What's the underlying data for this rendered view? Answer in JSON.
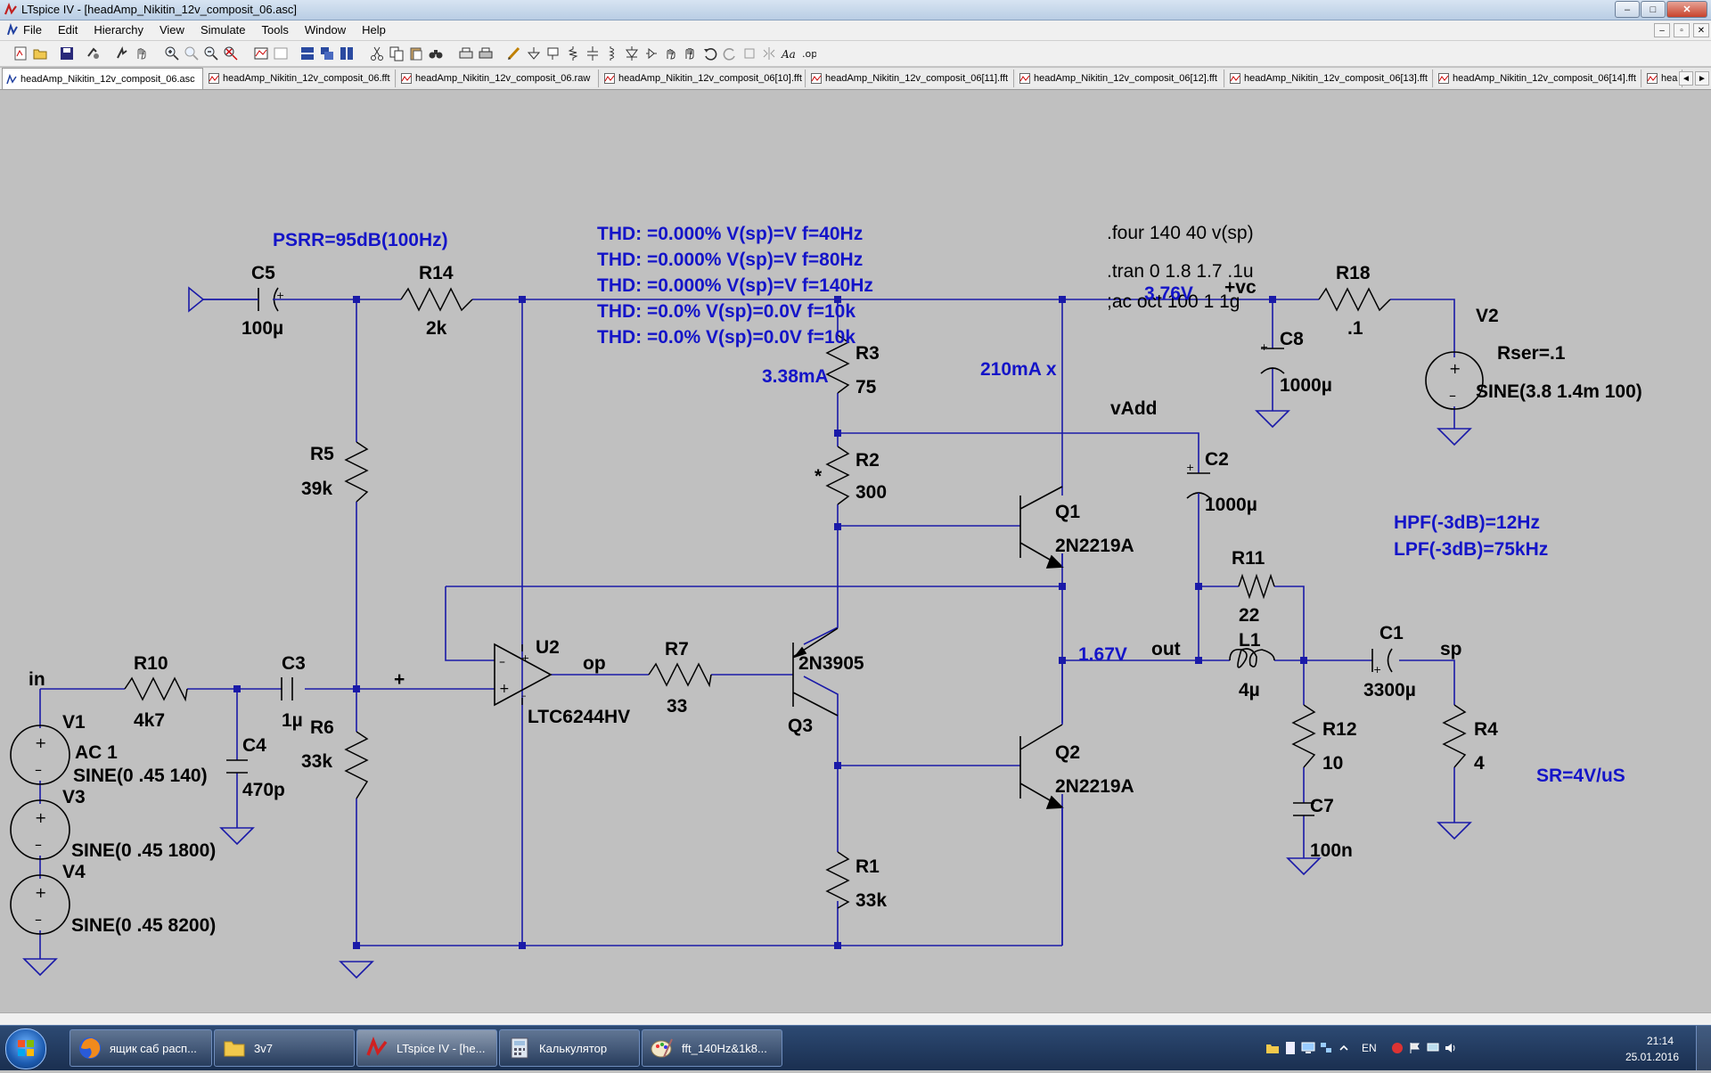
{
  "window": {
    "title": "LTspice IV - [headAmp_Nikitin_12v_composit_06.asc]",
    "min_label": "–",
    "max_label": "□",
    "close_label": "✕"
  },
  "menu": [
    "File",
    "Edit",
    "Hierarchy",
    "View",
    "Simulate",
    "Tools",
    "Window",
    "Help"
  ],
  "mdi_buttons": [
    "–",
    "▫",
    "✕"
  ],
  "tabs": [
    {
      "label": "headAmp_Nikitin_12v_composit_06.asc",
      "active": true,
      "icon": "schematic-icon"
    },
    {
      "label": "headAmp_Nikitin_12v_composit_06.fft",
      "icon": "waveform-icon"
    },
    {
      "label": "headAmp_Nikitin_12v_composit_06.raw",
      "icon": "waveform-icon"
    },
    {
      "label": "headAmp_Nikitin_12v_composit_06[10].fft",
      "icon": "waveform-icon"
    },
    {
      "label": "headAmp_Nikitin_12v_composit_06[11].fft",
      "icon": "waveform-icon"
    },
    {
      "label": "headAmp_Nikitin_12v_composit_06[12].fft",
      "icon": "waveform-icon"
    },
    {
      "label": "headAmp_Nikitin_12v_composit_06[13].fft",
      "icon": "waveform-icon"
    },
    {
      "label": "headAmp_Nikitin_12v_composit_06[14].fft",
      "icon": "waveform-icon"
    },
    {
      "label": "hea",
      "icon": "waveform-icon"
    }
  ],
  "tab_scroll": [
    "◄",
    "►"
  ],
  "schematic": {
    "psrr": "PSRR=95dB(100Hz)",
    "thd_lines": [
      "THD: =0.000%  V(sp)=V   f=40Hz",
      "THD: =0.000%  V(sp)=V   f=80Hz",
      "THD: =0.000%  V(sp)=V   f=140Hz",
      "THD: =0.0% V(sp)=0.0V   f=10k",
      "THD: =0.0% V(sp)=0.0V   f=10k"
    ],
    "directives": [
      ".four 140 40 v(sp)",
      ".tran 0 1.8 1.7 .1u",
      ";ac oct 100 1 1g"
    ],
    "filters": [
      "HPF(-3dB)=12Hz",
      "LPF(-3dB)=75kHz"
    ],
    "slew": "SR=4V/uS",
    "annotations": {
      "v_vc": "3.76V",
      "i_r3": "3.38mA",
      "i_q": "210mA x",
      "v_out": "1.67V"
    },
    "nets": {
      "vc": "+vc",
      "vadd": "vAdd",
      "out": "out",
      "sp": "sp",
      "in": "in",
      "op": "op",
      "plus": "+"
    },
    "components": {
      "C5": {
        "ref": "C5",
        "value": "100µ"
      },
      "R14": {
        "ref": "R14",
        "value": "2k"
      },
      "R18": {
        "ref": "R18",
        "value": ".1"
      },
      "V2": {
        "ref": "V2",
        "value": "Rser=.1",
        "value2": "SINE(3.8 1.4m 100)"
      },
      "C8": {
        "ref": "C8",
        "value": "1000µ"
      },
      "R3": {
        "ref": "R3",
        "value": "75"
      },
      "R2": {
        "ref": "R2",
        "value": "300",
        "mark": "*"
      },
      "C2": {
        "ref": "C2",
        "value": "1000µ"
      },
      "R5": {
        "ref": "R5",
        "value": "39k"
      },
      "R6": {
        "ref": "R6",
        "value": "33k"
      },
      "Q1": {
        "ref": "Q1",
        "value": "2N2219A"
      },
      "Q2": {
        "ref": "Q2",
        "value": "2N2219A"
      },
      "Q3": {
        "ref": "Q3",
        "value": "2N3905"
      },
      "R11": {
        "ref": "R11",
        "value": "22"
      },
      "L1": {
        "ref": "L1",
        "value": "4µ"
      },
      "C1": {
        "ref": "C1",
        "value": "3300µ"
      },
      "R12": {
        "ref": "R12",
        "value": "10"
      },
      "C7": {
        "ref": "C7",
        "value": "100n"
      },
      "R4": {
        "ref": "R4",
        "value": "4"
      },
      "R10": {
        "ref": "R10",
        "value": "4k7"
      },
      "C3": {
        "ref": "C3",
        "value": "1µ"
      },
      "C4": {
        "ref": "C4",
        "value": "470p"
      },
      "U2": {
        "ref": "U2",
        "value": "LTC6244HV"
      },
      "R7": {
        "ref": "R7",
        "value": "33"
      },
      "R1": {
        "ref": "R1",
        "value": "33k"
      },
      "V1": {
        "ref": "V1",
        "value": "AC 1",
        "value2": "SINE(0 .45 140)"
      },
      "V3": {
        "ref": "V3",
        "value": "SINE(0 .45 1800)"
      },
      "V4": {
        "ref": "V4",
        "value": "SINE(0 .45 8200)"
      }
    }
  },
  "taskbar": {
    "items": [
      {
        "label": "ящик саб расп...",
        "icon": "firefox-icon"
      },
      {
        "label": "3v7",
        "icon": "folder-icon"
      },
      {
        "label": "LTspice IV - [he...",
        "icon": "ltspice-icon",
        "active": true
      },
      {
        "label": "Калькулятор",
        "icon": "calculator-icon"
      },
      {
        "label": "fft_140Hz&1k8...",
        "icon": "paint-icon"
      }
    ],
    "lang": "EN",
    "time": "21:14",
    "date": "25.01.2016"
  },
  "colors": {
    "wire": "#1a1aa8",
    "note": "#1414c8",
    "text": "#000000",
    "canvas": "#c0c0c0"
  }
}
